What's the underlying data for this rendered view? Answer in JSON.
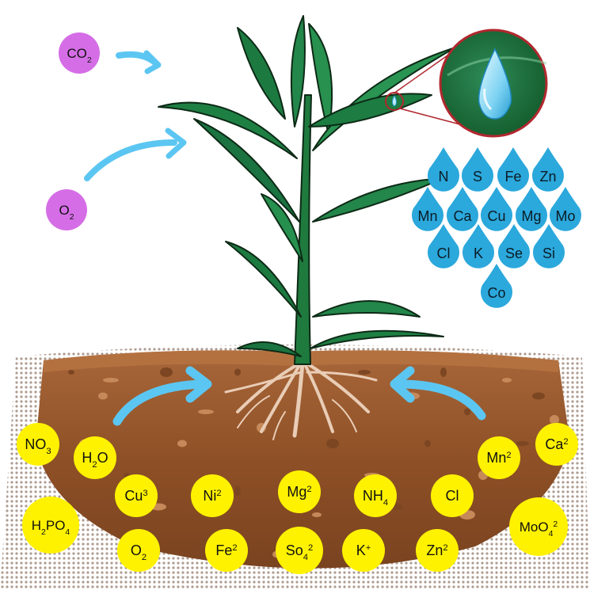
{
  "gases": [
    {
      "id": "co2",
      "base": "CO",
      "sub": "2",
      "color": "#d56ee6"
    },
    {
      "id": "o2",
      "base": "O",
      "sub": "2",
      "color": "#d56ee6"
    }
  ],
  "water_drops": [
    "N",
    "S",
    "Fe",
    "Zn",
    "Mn",
    "Ca",
    "Cu",
    "Mg",
    "Mo",
    "Cl",
    "K",
    "Se",
    "Si",
    "Co"
  ],
  "soil_nutrients": [
    {
      "id": "no3",
      "base": "NO",
      "sub": "3",
      "sup": ""
    },
    {
      "id": "h2o",
      "base": "H",
      "sub": "2",
      "rest": "O",
      "sup": ""
    },
    {
      "id": "cu3",
      "base": "Cu",
      "sub": "",
      "sup": "3"
    },
    {
      "id": "ni2",
      "base": "Ni",
      "sub": "",
      "sup": "2"
    },
    {
      "id": "mg2",
      "base": "Mg",
      "sub": "",
      "sup": "2"
    },
    {
      "id": "nh4",
      "base": "NH",
      "sub": "4",
      "sup": ""
    },
    {
      "id": "cl",
      "base": "Cl",
      "sub": "",
      "sup": ""
    },
    {
      "id": "mn2",
      "base": "Mn",
      "sub": "",
      "sup": "2"
    },
    {
      "id": "ca2",
      "base": "Ca",
      "sub": "",
      "sup": "2"
    },
    {
      "id": "h2po4",
      "base": "H",
      "sub": "2",
      "rest": "PO",
      "sub2": "4",
      "sup": ""
    },
    {
      "id": "o2s",
      "base": "O",
      "sub": "2",
      "sup": ""
    },
    {
      "id": "fe2",
      "base": "Fe",
      "sub": "",
      "sup": "2"
    },
    {
      "id": "so42",
      "base": "So",
      "sub": "4",
      "sup": "2"
    },
    {
      "id": "kplus",
      "base": "K",
      "sub": "",
      "sup": "+"
    },
    {
      "id": "zn2",
      "base": "Zn",
      "sub": "",
      "sup": "2"
    },
    {
      "id": "moo42",
      "base": "MoO",
      "sub": "4",
      "sup": "2"
    }
  ],
  "colors": {
    "nutrient_yellow": "#fff200",
    "drop_blue": "#2ba8dc",
    "arrow_blue": "#5cc6f2",
    "leaf_green": "#1e7a3c",
    "soil_brown": "#9b5a2e"
  }
}
